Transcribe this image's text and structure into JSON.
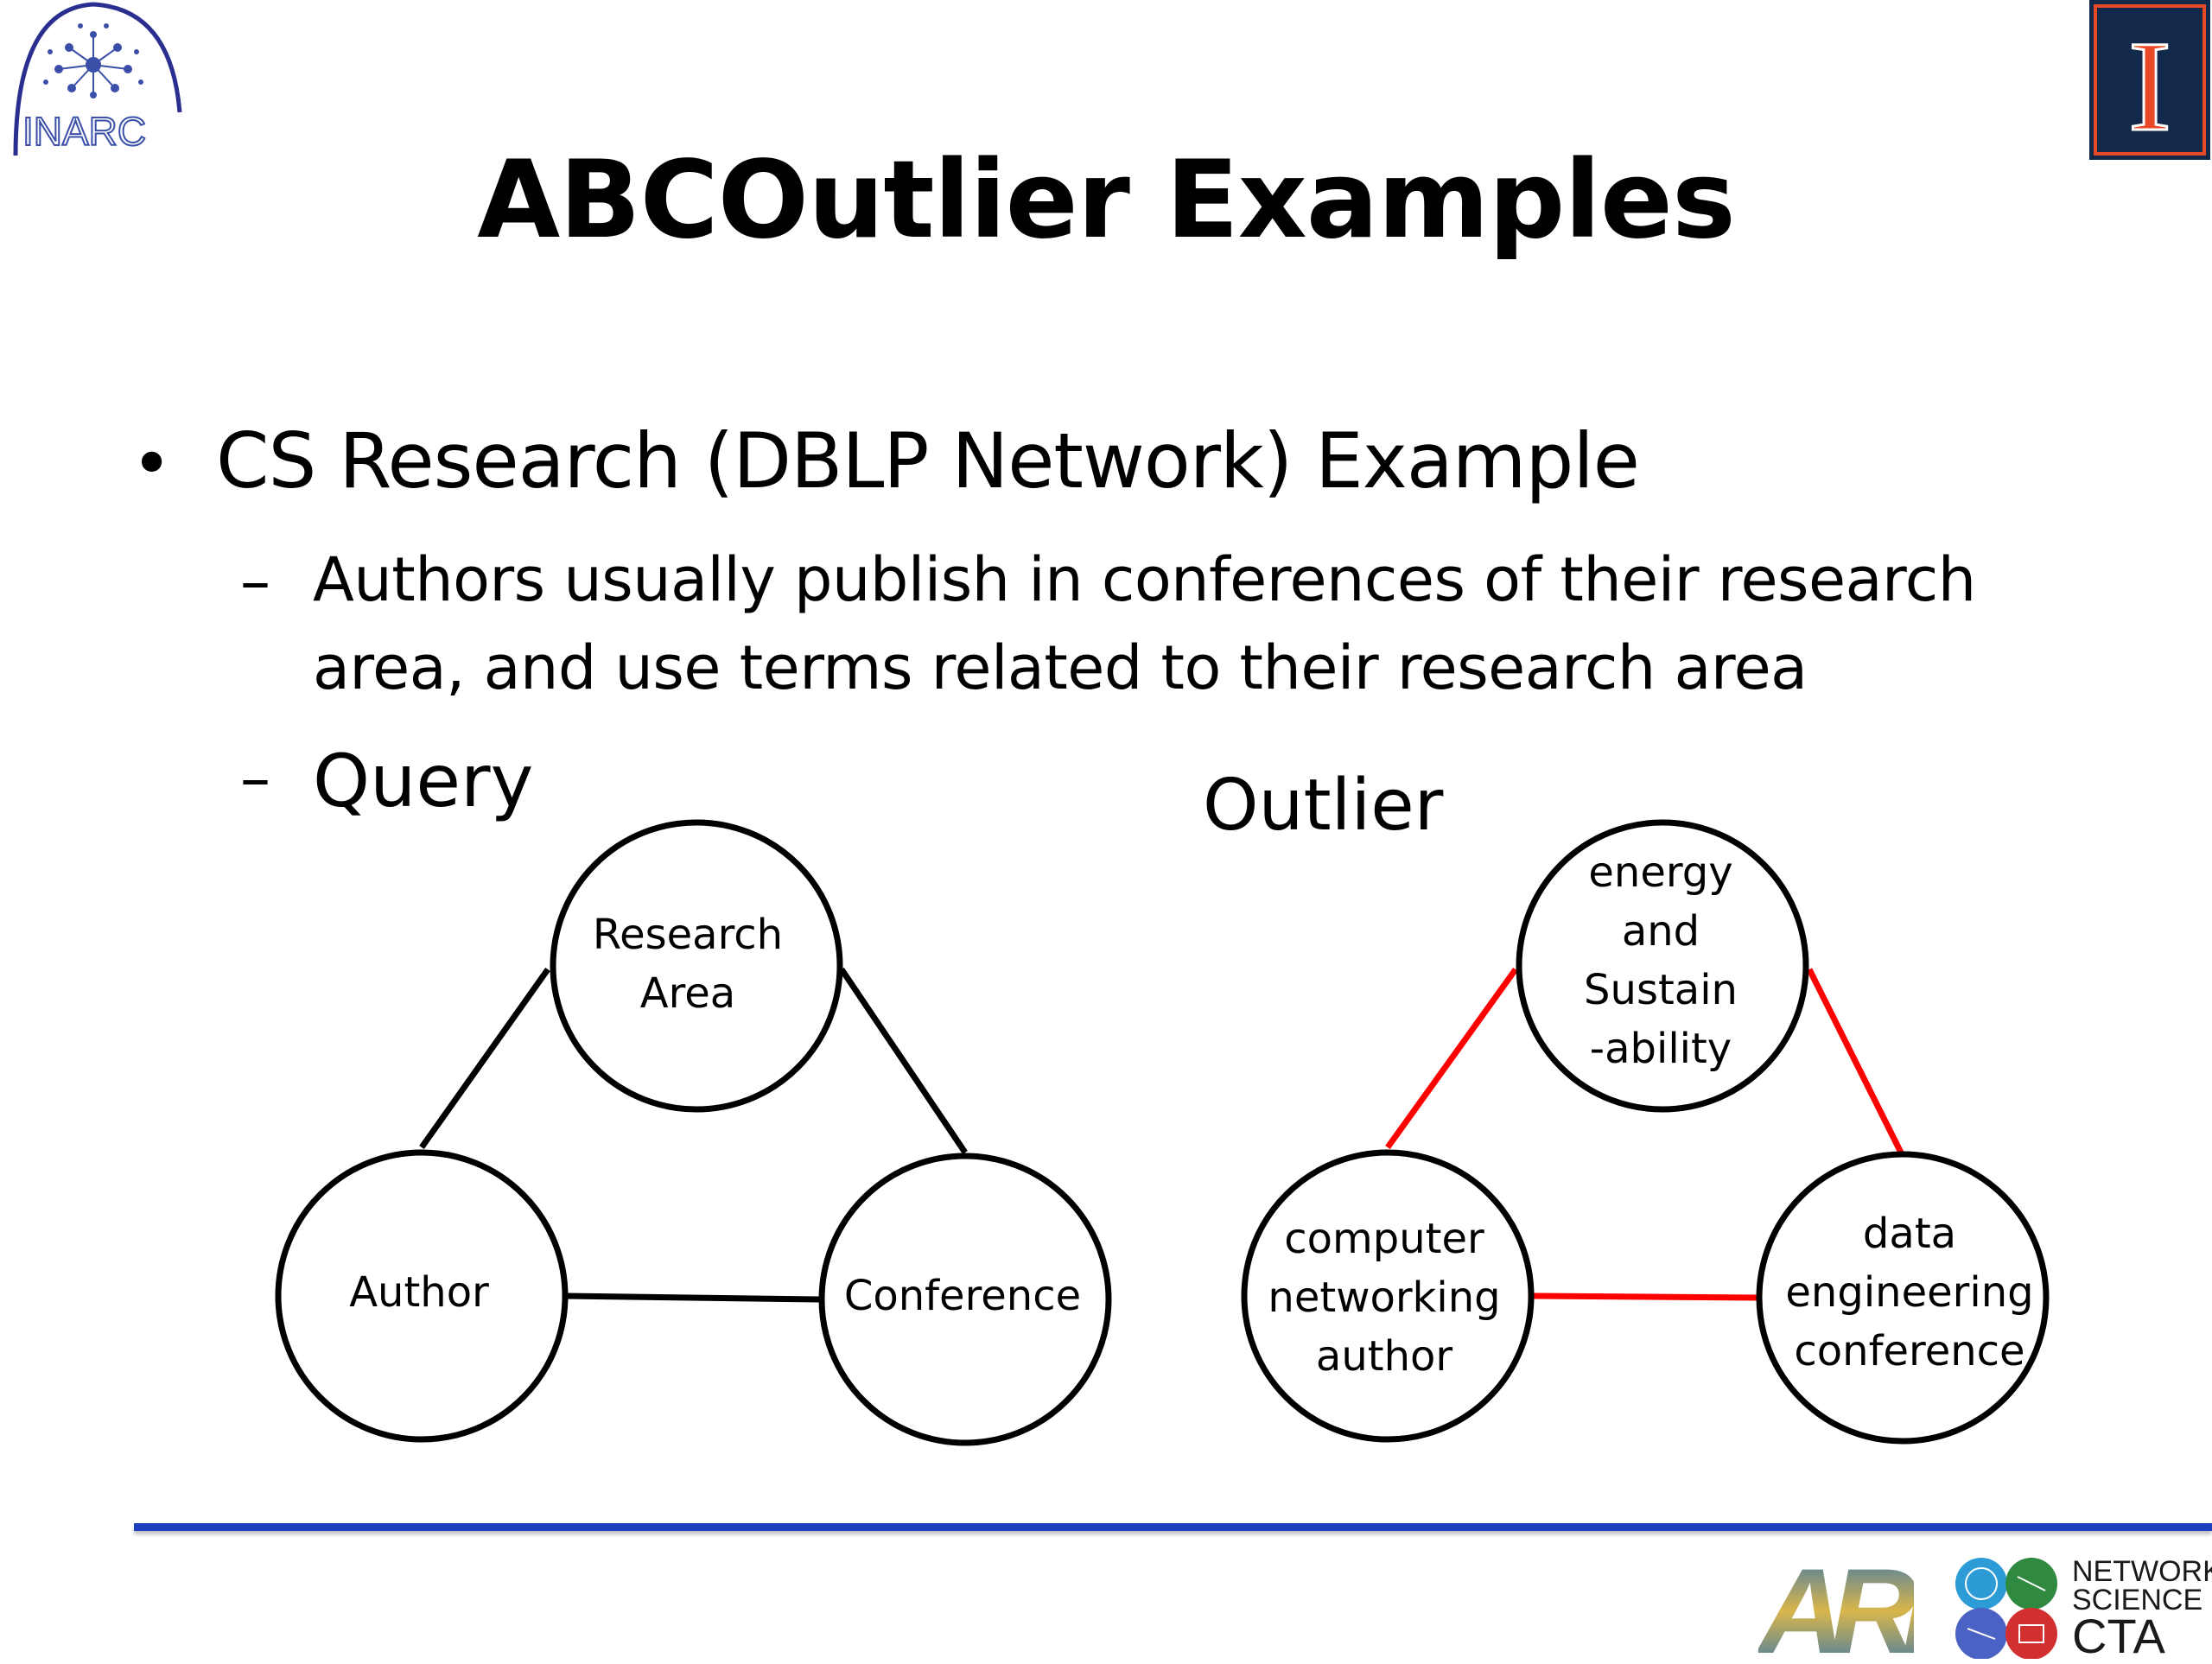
{
  "slide": {
    "title": "ABCOutlier Examples",
    "bullet": "CS Research (DBLP Network) Example",
    "sub_bullet_line1": "Authors usually publish in conferences of their research",
    "sub_bullet_line2": "area, and use terms related to their research area",
    "dash": "–",
    "query_label": "Query",
    "outlier_label": "Outlier"
  },
  "query_graph": {
    "nodes": {
      "research_area": [
        "Research",
        "Area"
      ],
      "author": [
        "Author"
      ],
      "conference": [
        "Conference"
      ]
    },
    "edge_color": "#000000"
  },
  "outlier_graph": {
    "nodes": {
      "topic": [
        "energy",
        "and",
        "Sustain",
        "-ability"
      ],
      "author": [
        "computer",
        "networking",
        "author"
      ],
      "conference": [
        "data",
        "engineering",
        "conference"
      ]
    },
    "edge_color": "#ff0000"
  },
  "logos": {
    "inarc_text": "INARC",
    "ns_line1": "NETWORK",
    "ns_line2": "SCIENCE",
    "ns_line3": "CTA",
    "arl_text": "ARL",
    "university_text": "I"
  },
  "colors": {
    "rule": "#1d3fbf",
    "illinois_blue": "#13294b",
    "illinois_orange": "#e84a27",
    "outlier_edge": "#ff0000"
  }
}
